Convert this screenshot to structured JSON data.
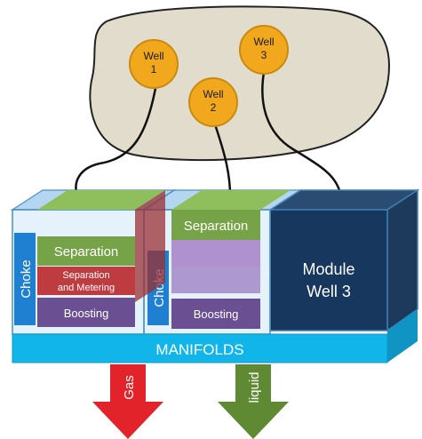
{
  "wells": [
    {
      "line1": "Well",
      "line2": "1"
    },
    {
      "line1": "Well",
      "line2": "2"
    },
    {
      "line1": "Well",
      "line2": "3"
    }
  ],
  "module1": {
    "choke": "Choke",
    "separation": "Separation",
    "sep_meter_line1": "Separation",
    "sep_meter_line2": "and Metering",
    "boosting": "Boosting"
  },
  "module2": {
    "choke": "Choke",
    "separation": "Separation",
    "boosting": "Boosting"
  },
  "module3": {
    "line1": "Module",
    "line2": "Well 3"
  },
  "manifolds": "MANIFOLDS",
  "outputs": {
    "gas": "Gas",
    "liquid": "liquid"
  },
  "colors": {
    "reservoir": "#e2dccc",
    "well": "#f2a81d",
    "frame": "#4a8fc2",
    "choke": "#1f7fd0",
    "separation": "#77a348",
    "metering": "#be3b3f",
    "boosting": "#6a4f93",
    "module3": "#17375e",
    "manifold": "#12b5e9",
    "gas": "#e2232a",
    "liquid": "#5f8a33"
  }
}
